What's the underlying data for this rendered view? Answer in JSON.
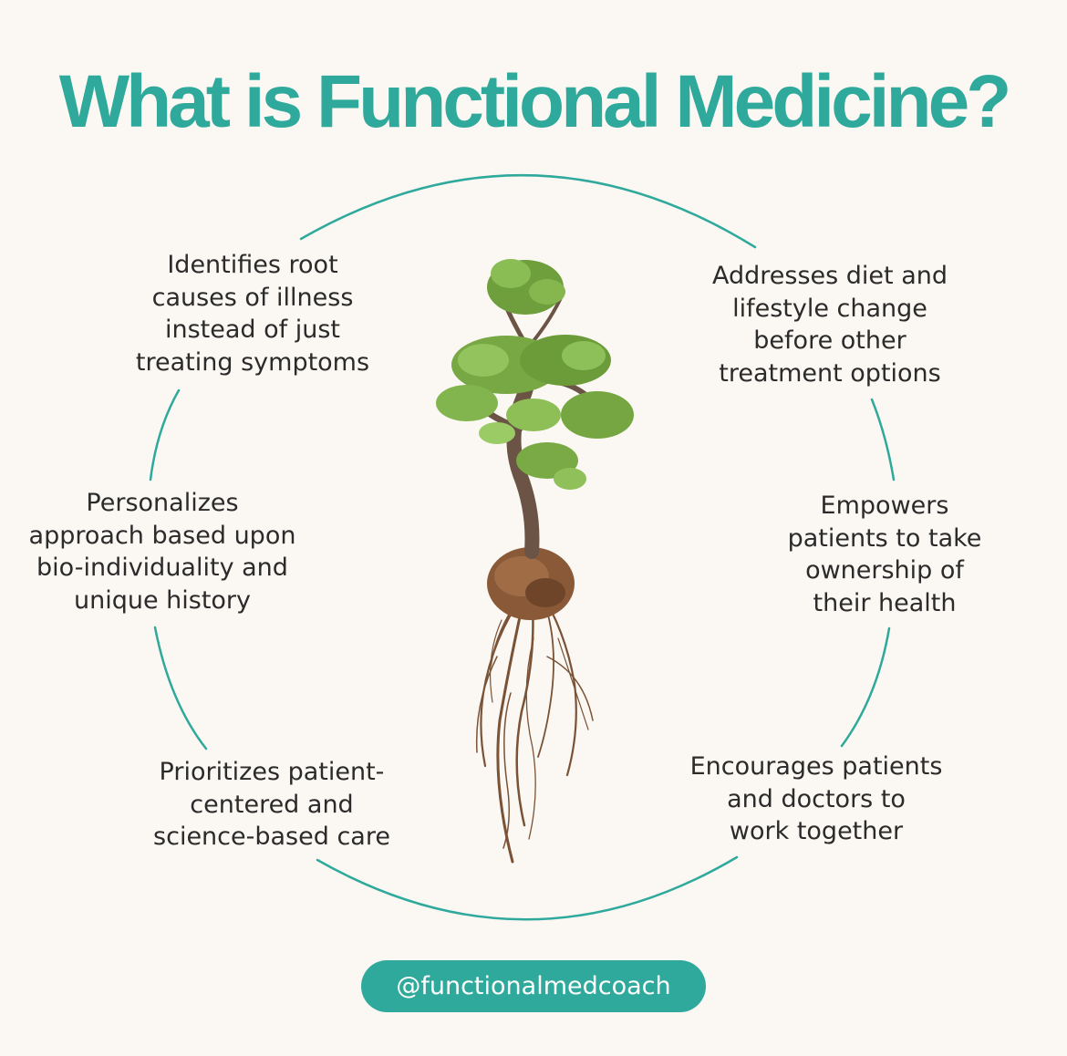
{
  "title": "What is Functional Medicine?",
  "points": [
    "Identifies root\ncauses of illness\ninstead of just\ntreating symptoms",
    "Addresses diet and\nlifestyle change\nbefore other\ntreatment options",
    "Personalizes\napproach based upon\nbio-individuality and\nunique history",
    "Empowers\npatients to take\nownership of\ntheir health",
    "Prioritizes patient-\ncentered and\nscience-based care",
    "Encourages patients\nand doctors to\nwork together"
  ],
  "handle": "@functionalmedcoach",
  "colors": {
    "accent": "#2fa99b",
    "background": "#fbf8f3",
    "text": "#2b2b2b"
  },
  "illustration": "tree-with-roots"
}
